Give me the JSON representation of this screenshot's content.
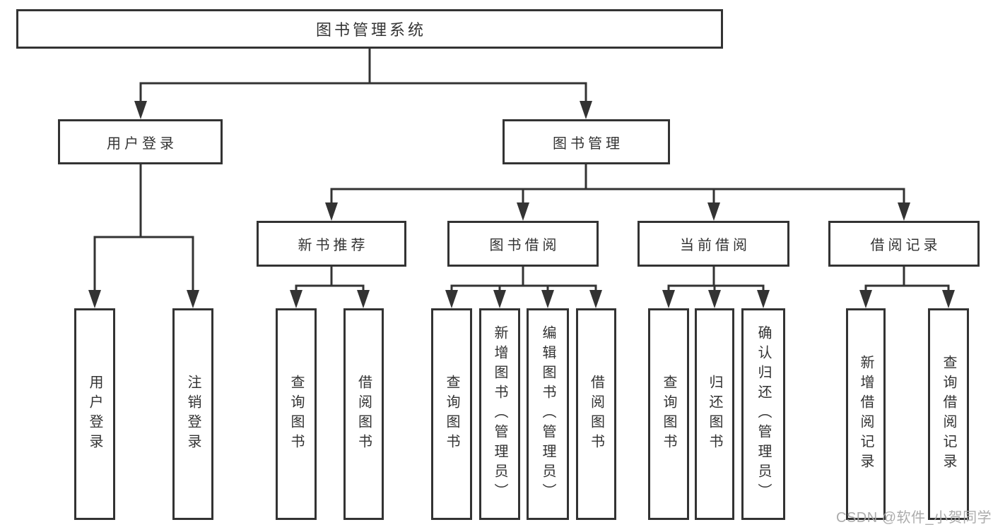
{
  "diagram": {
    "title": "图书管理系统",
    "branches": {
      "user_login": {
        "label": "用户登录",
        "children": {
          "login": "用户登录",
          "logout": "注销登录"
        }
      },
      "book_mgmt": {
        "label": "图书管理",
        "sections": {
          "new_book": {
            "label": "新书推荐",
            "children": {
              "query_book": "查询图书",
              "borrow_book": "借阅图书"
            }
          },
          "borrowing": {
            "label": "图书借阅",
            "children": {
              "query_book": "查询图书",
              "add_book": "新增图书（管理员）",
              "edit_book": "编辑图书（管理员）",
              "borrow_book": "借阅图书"
            }
          },
          "current": {
            "label": "当前借阅",
            "children": {
              "query_book": "查询图书",
              "return_book": "归还图书",
              "confirm_return": "确认归还（管理员）"
            }
          },
          "records": {
            "label": "借阅记录",
            "children": {
              "add_record": "新增借阅记录",
              "query_record": "查询借阅记录"
            }
          }
        }
      }
    }
  },
  "watermark": "CSDN @软件_小贺同学",
  "colors": {
    "line": "#333333",
    "text": "#333333",
    "background": "#ffffff",
    "watermark": "#a8a8a8"
  }
}
